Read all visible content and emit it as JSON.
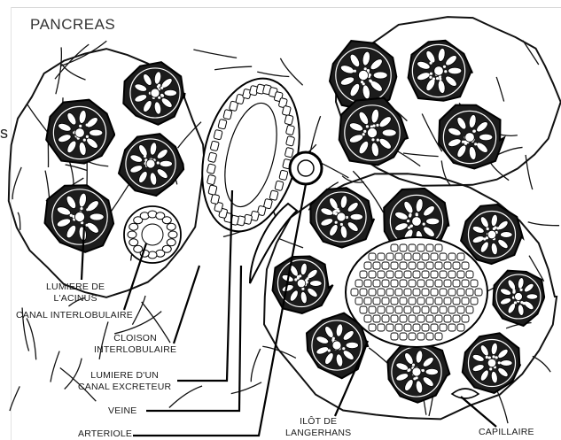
{
  "diagram": {
    "title": "PANCREAS",
    "edge_fragment": "s",
    "labels": {
      "lumiere_acinus": "LUMIERE DE\nL'ACINUS",
      "canal_interlobulaire": "CANAL INTERLOBULAIRE",
      "cloison": "CLOISON\nINTERLOBULAIRE",
      "lumiere_canal": "LUMIERE D'UN\nCANAL EXCRETEUR",
      "veine": "VEINE",
      "arteriole": "ARTERIOLE",
      "ilot": "ILÔT DE\nLANGERHANS",
      "capillaire": "CAPILLAIRE"
    }
  }
}
